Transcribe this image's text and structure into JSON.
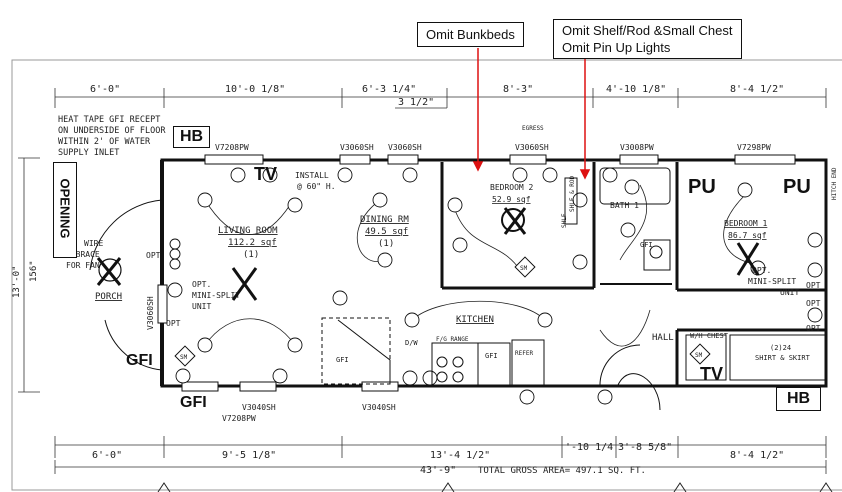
{
  "callouts": {
    "omit_bunkbeds": "Omit Bunkbeds",
    "omit_shelf_line1": "Omit Shelf/Rod &Small Chest",
    "omit_shelf_line2": "Omit Pin Up Lights",
    "hb_top": "HB",
    "hb_bottom": "HB",
    "tv_living": "TV",
    "tv_hall": "TV",
    "pu_left": "PU",
    "pu_right": "PU",
    "gfi_left": "GFI",
    "gfi_bottom": "GFI",
    "opening": "OPENING",
    "x_mark": "X"
  },
  "top_dimensions": [
    "6'-0\"",
    "10'-0 1/8\"",
    "6'-3 1/4\"",
    "8'-3\"",
    "4'-10 1/8\"",
    "8'-4 1/2\""
  ],
  "top_sub_dimension": "3 1/2\"",
  "bottom_dimensions": [
    "6'-0\"",
    "9'-5 1/8\"",
    "13'-4 1/2\"",
    "'-10 1/4",
    "3'-8 5/8\"",
    "8'-4 1/2\""
  ],
  "overall_length": "43'-9\"",
  "total_area": "TOTAL GROSS AREA= 497.1 SQ. FT.",
  "side_dimensions": [
    "13'-0\"",
    "156\""
  ],
  "notes": {
    "heat_tape": [
      "HEAT TAPE GFI RECEPT",
      "ON UNDERSIDE OF FLOOR",
      "WITHIN 2' OF WATER",
      "SUPPLY INLET"
    ],
    "install": [
      "INSTALL",
      "@ 60\" H."
    ],
    "wire": [
      "WIRE",
      "& BRACE",
      "FOR FAN"
    ],
    "egress": "EGRESS",
    "watch_end": "HITCH END",
    "mini_split_left": [
      "OPT.",
      "MINI-SPLIT",
      "UNIT"
    ],
    "mini_split_right": [
      "OPT.",
      "MINI-SPLIT",
      "UNIT"
    ],
    "shirt_skirt": [
      "(2)24",
      "SHIRT & SKIRT"
    ],
    "wh_chest": "W/H  CHEST"
  },
  "rooms": {
    "living": [
      "LIVING ROOM",
      "112.2 sqf",
      "(1)"
    ],
    "dining": [
      "DINING RM",
      "49.5 sqf",
      "(1)"
    ],
    "bedroom2": [
      "BEDROOM 2",
      "52.9 sqf"
    ],
    "bath1": "BATH 1",
    "bedroom1": [
      "BEDROOM 1",
      "86.7 sqf"
    ],
    "kitchen": "KITCHEN",
    "hall": "HALL",
    "porch": "PORCH"
  },
  "windows": {
    "w_lr_top": "V7208PW",
    "w_din1": "V3060SH",
    "w_din2": "V3060SH",
    "w_bed2": "V3060SH",
    "w_bath": "V3008PW",
    "w_bed1": "V7298PW",
    "w_porch": "V3060SH",
    "w_bot1": "V3040SH",
    "w_bot2": "V7208PW",
    "w_bot3": "V3040SH"
  },
  "fixtures": {
    "sm": "SM",
    "gfi": "GFI",
    "dw": "D/W",
    "range": "F/G RANGE",
    "refer": "REFER",
    "opt": "OPT",
    "shelf_rod": "SHLF & ROD",
    "shelf_label": "SHLF"
  }
}
